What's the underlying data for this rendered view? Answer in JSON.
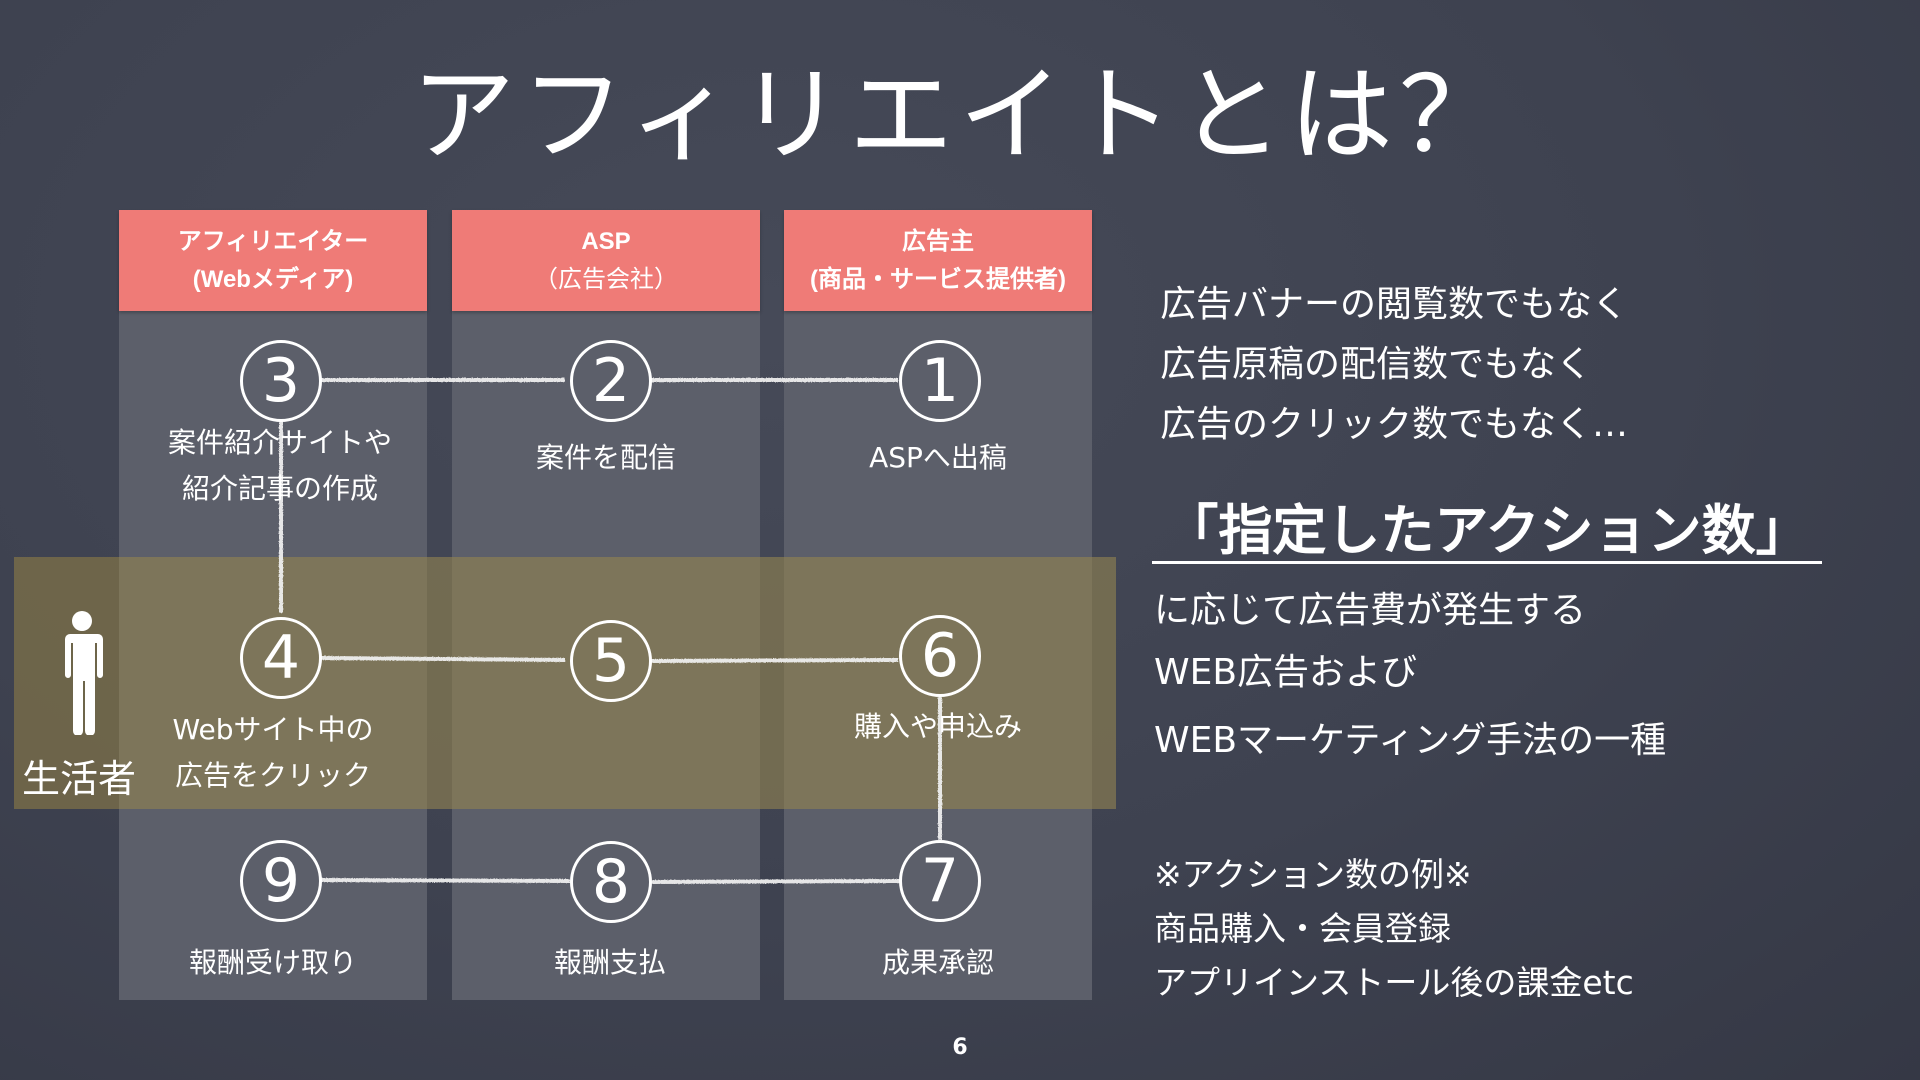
{
  "slide": {
    "title": "アフィリエイトとは？",
    "page_number": "6"
  },
  "columns": [
    {
      "title": "アフィリエイター",
      "subtitle": "(Webメディア)"
    },
    {
      "title": "ASP",
      "subtitle": "（広告会社）"
    },
    {
      "title": "広告主",
      "subtitle": "(商品・サービス提供者)"
    }
  ],
  "consumer": {
    "icon": "person-icon",
    "label": "生活者"
  },
  "steps": [
    {
      "number": "1",
      "label": "ASPへ出稿"
    },
    {
      "number": "2",
      "label": "案件を配信"
    },
    {
      "number": "3",
      "label_line1": "案件紹介サイトや",
      "label_line2": "紹介記事の作成"
    },
    {
      "number": "4",
      "label_line1": "Webサイト中の",
      "label_line2": "広告をクリック"
    },
    {
      "number": "5",
      "label": ""
    },
    {
      "number": "6",
      "label": "購入や申込み"
    },
    {
      "number": "7",
      "label": "成果承認"
    },
    {
      "number": "8",
      "label": "報酬支払"
    },
    {
      "number": "9",
      "label": "報酬受け取り"
    }
  ],
  "explanation": {
    "not_lines": [
      "広告バナーの閲覧数でもなく",
      "広告原稿の配信数でもなく",
      "広告のクリック数でもなく…"
    ],
    "emphasis": "「指定したアクション数」",
    "definition_lines": [
      "に応じて広告費が発生する",
      "WEB広告および",
      "WEBマーケティング手法の一種"
    ],
    "examples_title": "※アクション数の例※",
    "examples": [
      "商品購入・会員登録",
      "アプリインストール後の課金etc"
    ]
  },
  "colors": {
    "background": "#3e4250",
    "header": "#ef7b77",
    "column": "#5c5f6a",
    "highlight_band": "#918250",
    "text": "#ffffff"
  }
}
